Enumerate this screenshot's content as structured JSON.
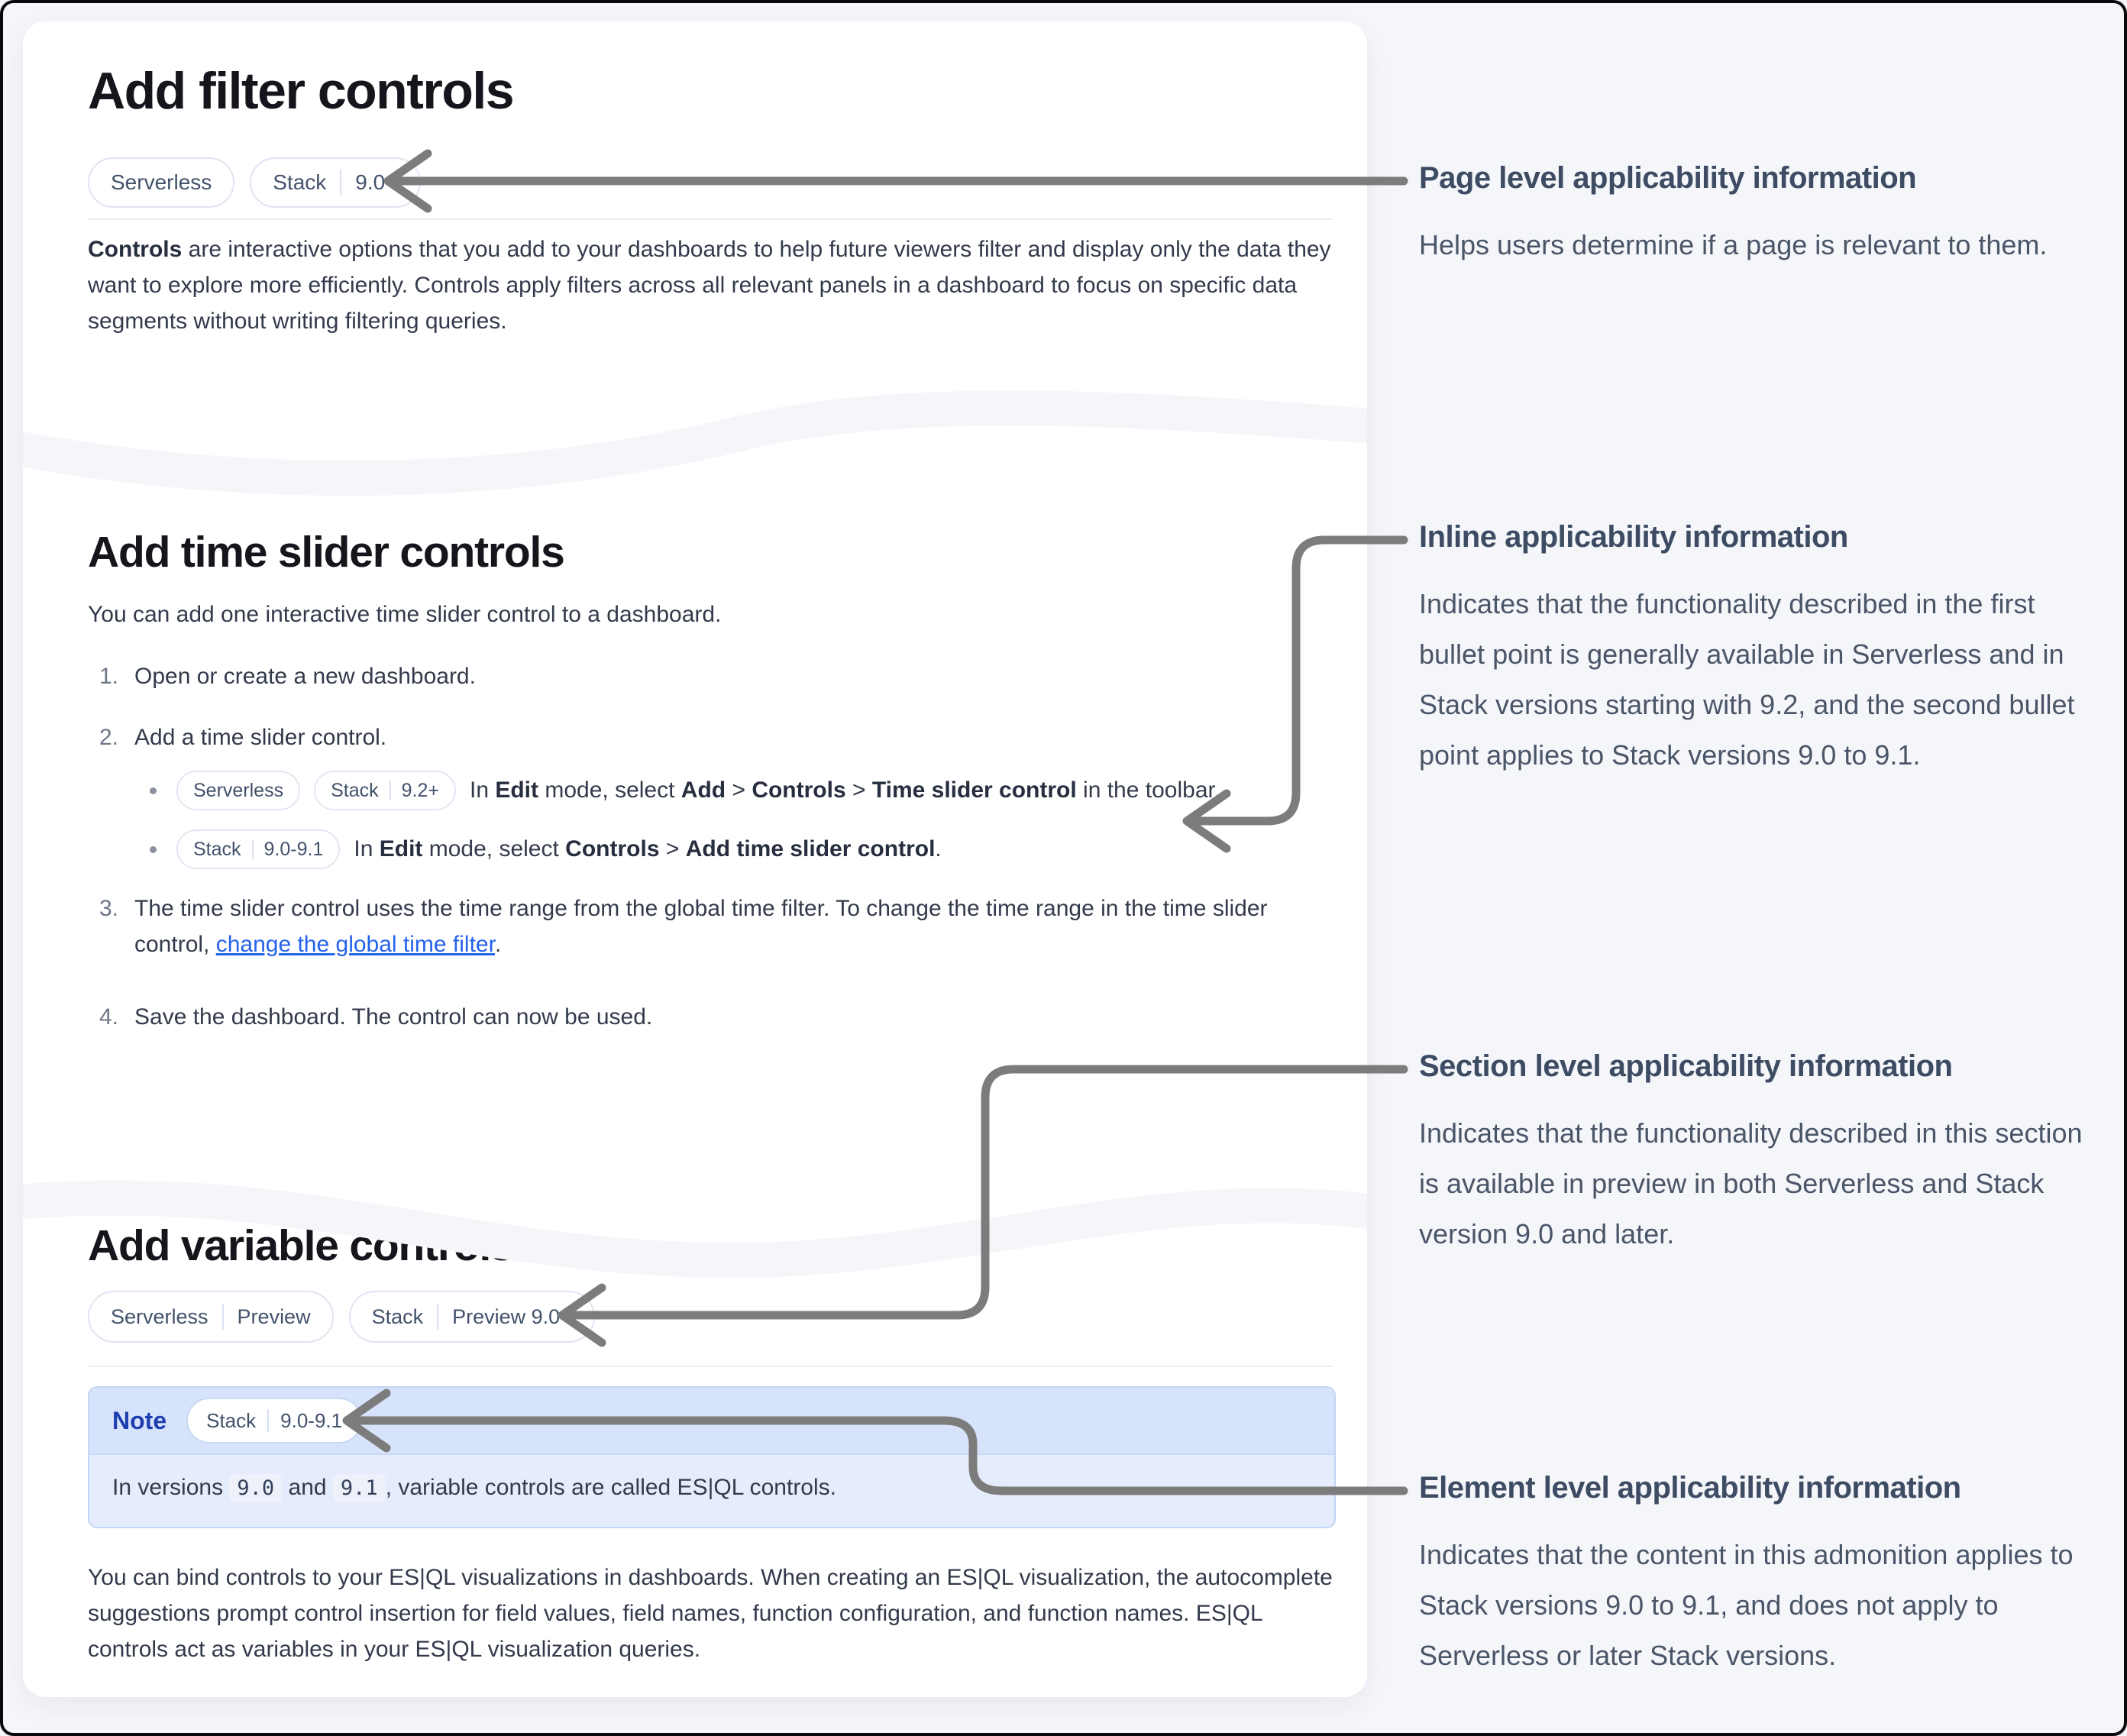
{
  "colors": {
    "page_bg": "#f4f6fa",
    "card_bg": "#ffffff",
    "frame": "#0a0a0a",
    "arrow_gray": "#7c7c7c",
    "badge_border": "#dfe5f1",
    "badge_text": "#42526b",
    "note_header_bg": "#d7e3fa",
    "note_body_bg": "#e5edfc",
    "note_label_blue": "#1d3db0",
    "link_blue": "#2563eb",
    "heading_dark": "#14161c",
    "annotation_slate": "#3d4c63"
  },
  "left": {
    "s1": {
      "title": "Add filter controls",
      "badge1_label": "Serverless",
      "badge2_label": "Stack",
      "badge2_version": "9.0+",
      "para_bold": "Controls",
      "para_rest": " are interactive options that you add to your dashboards to help future viewers filter and display only the data they want to explore more efficiently. Controls apply filters across all relevant panels in a dashboard to focus on specific data segments without writing filtering queries."
    },
    "s2": {
      "title": "Add time slider controls",
      "intro": "You can add one interactive time slider control to a dashboard.",
      "step1": {
        "num": "1.",
        "text": "Open or create a new dashboard."
      },
      "step2": {
        "num": "2.",
        "text": "Add a time slider control."
      },
      "bullet1": {
        "badge1_label": "Serverless",
        "badge2_label": "Stack",
        "badge2_version": "9.2+",
        "t1": "In ",
        "b1": "Edit",
        "t2": " mode, select ",
        "b2": "Add",
        "t3": " > ",
        "b3": "Controls",
        "t4": " > ",
        "b4": "Time slider control",
        "t5": " in the toolbar."
      },
      "bullet2": {
        "badge1_label": "Stack",
        "badge1_version": "9.0-9.1",
        "t1": "In ",
        "b1": "Edit",
        "t2": " mode, select ",
        "b2": "Controls",
        "t3": " > ",
        "b3": "Add time slider control",
        "t4": "."
      },
      "step3": {
        "num": "3.",
        "t1": "The time slider control uses the time range from the global time filter. To change the time range in the time slider control, ",
        "link": "change the global time filter",
        "t2": "."
      },
      "step4": {
        "num": "4.",
        "text": "Save the dashboard. The control can now be used."
      }
    },
    "s3": {
      "title": "Add variable controls",
      "badge1_label": "Serverless",
      "badge1_version": "Preview",
      "badge2_label": "Stack",
      "badge2_version": "Preview 9.0+",
      "note": {
        "label": "Note",
        "pill_label": "Stack",
        "pill_version": "9.0-9.1",
        "t1": "In versions ",
        "code1": "9.0",
        "t2": " and ",
        "code2": "9.1",
        "t3": ", variable controls are called ES|QL controls."
      },
      "para": "You can bind controls to your ES|QL visualizations in dashboards. When creating an ES|QL visualization, the autocomplete suggestions prompt control insertion for field values, field names, function configuration, and function names. ES|QL controls act as variables in your ES|QL visualization queries."
    }
  },
  "annotations": {
    "a1": {
      "title": "Page level applicability information",
      "body": "Helps users determine if a page is relevant to them."
    },
    "a2": {
      "title": "Inline applicability information",
      "body": "Indicates that the functionality described in the first bullet point is generally available in Serverless and in Stack versions starting with 9.2, and the second bullet point applies to Stack versions 9.0 to 9.1."
    },
    "a3": {
      "title": "Section level applicability information",
      "body": "Indicates that the functionality described in this section is available in preview in both Serverless and Stack version 9.0 and later."
    },
    "a4": {
      "title": "Element level applicability information",
      "body": "Indicates that the content in this admonition applies to Stack versions 9.0 to 9.1, and does not apply to Serverless or later Stack versions."
    }
  }
}
